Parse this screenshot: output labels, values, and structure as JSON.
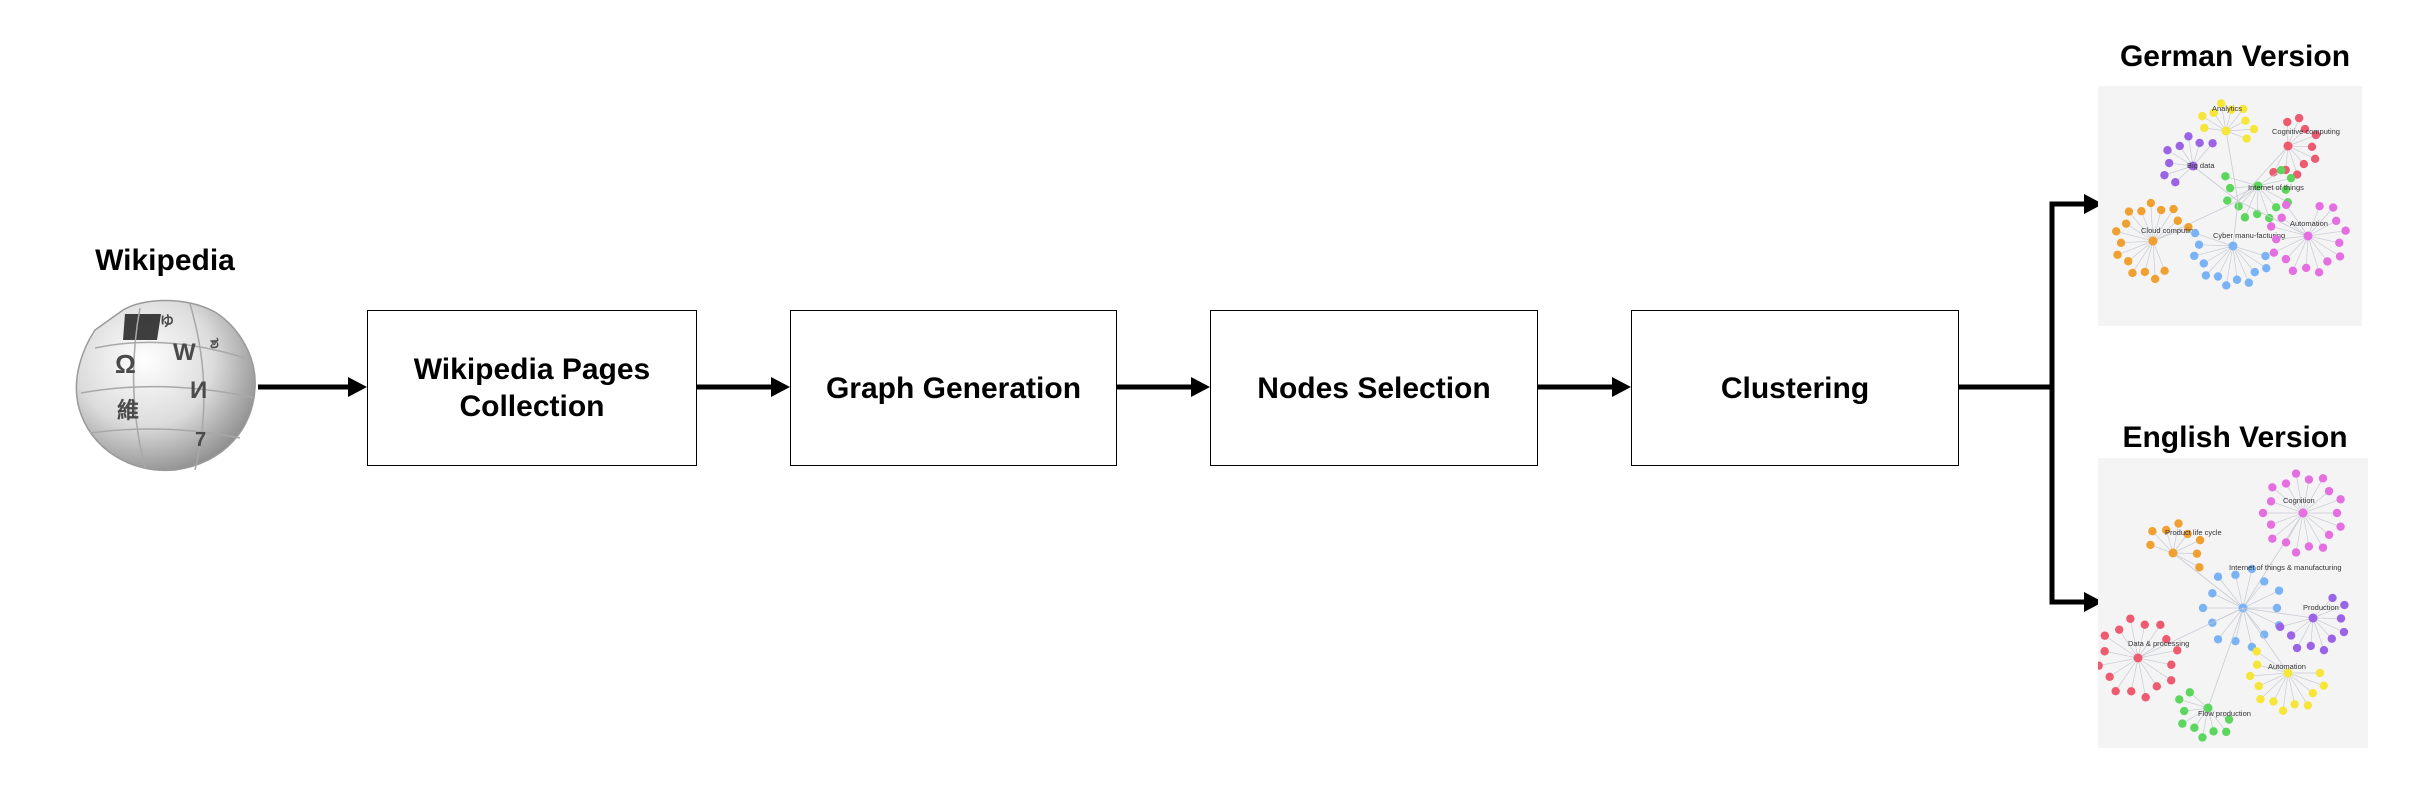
{
  "source": {
    "label": "Wikipedia",
    "icon": "wikipedia-globe-icon"
  },
  "steps": [
    {
      "label": "Wikipedia Pages Collection"
    },
    {
      "label": "Graph Generation"
    },
    {
      "label": "Nodes Selection"
    },
    {
      "label": "Clustering"
    }
  ],
  "outputs": {
    "german": {
      "title": "German Version",
      "clusters": [
        {
          "label": "Analytics",
          "color": "#f7e63a"
        },
        {
          "label": "Cognitive computing",
          "color": "#ee5a6f"
        },
        {
          "label": "Big data",
          "color": "#9b64e6"
        },
        {
          "label": "Internet of things",
          "color": "#5cd65c"
        },
        {
          "label": "Cloud computing",
          "color": "#f0a030"
        },
        {
          "label": "Cyber manu-facturing",
          "color": "#7ab3f5"
        },
        {
          "label": "Automation",
          "color": "#e56fe0"
        }
      ]
    },
    "english": {
      "title": "English Version",
      "clusters": [
        {
          "label": "Cognition",
          "color": "#e56fe0"
        },
        {
          "label": "Product life cycle",
          "color": "#f0a030"
        },
        {
          "label": "Internet of things & manufacturing",
          "color": "#7ab3f5"
        },
        {
          "label": "Production",
          "color": "#9b64e6"
        },
        {
          "label": "Data & processing",
          "color": "#ee5a6f"
        },
        {
          "label": "Automation",
          "color": "#f7e63a"
        },
        {
          "label": "Flow production",
          "color": "#5cd65c"
        }
      ]
    }
  },
  "colors": {
    "stroke": "#000000",
    "panel": "#f4f4f4",
    "edge": "#c8cbd6"
  }
}
